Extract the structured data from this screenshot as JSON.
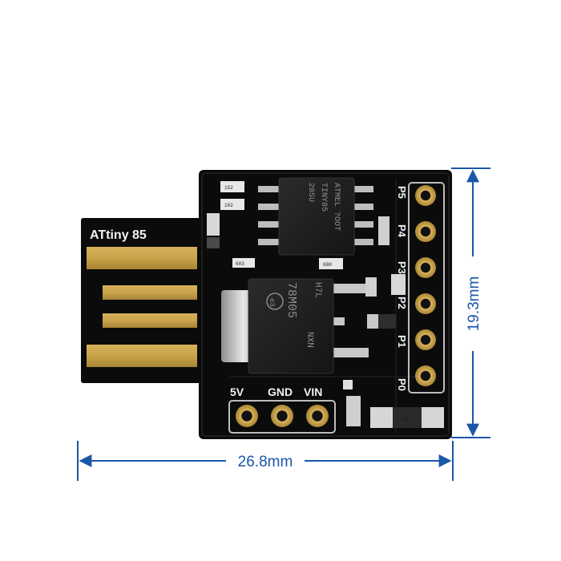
{
  "board": {
    "name_label": "ATtiny 85",
    "pin_labels_right": [
      "P5",
      "P4",
      "P3",
      "P2",
      "P1",
      "P0"
    ],
    "pin_labels_bottom": [
      "5V",
      "GND",
      "VIN"
    ]
  },
  "mcu_chip": {
    "line1": "ATMEL ?OOT",
    "line2": "TINY85",
    "line3": "20SU"
  },
  "regulator_chip": {
    "line1": "78M05",
    "line2": "H7L",
    "line3": "NXN",
    "line4": "e3"
  },
  "smd_labels": {
    "r1": "152",
    "r2": "102",
    "c1": "683",
    "c2": "680",
    "d1": "S4"
  },
  "dimensions": {
    "width": "26.8mm",
    "height": "19.3mm"
  },
  "colors": {
    "dimension": "#1a57a8",
    "pcb": "#0b0b0b",
    "gold": "#c9a24a"
  }
}
